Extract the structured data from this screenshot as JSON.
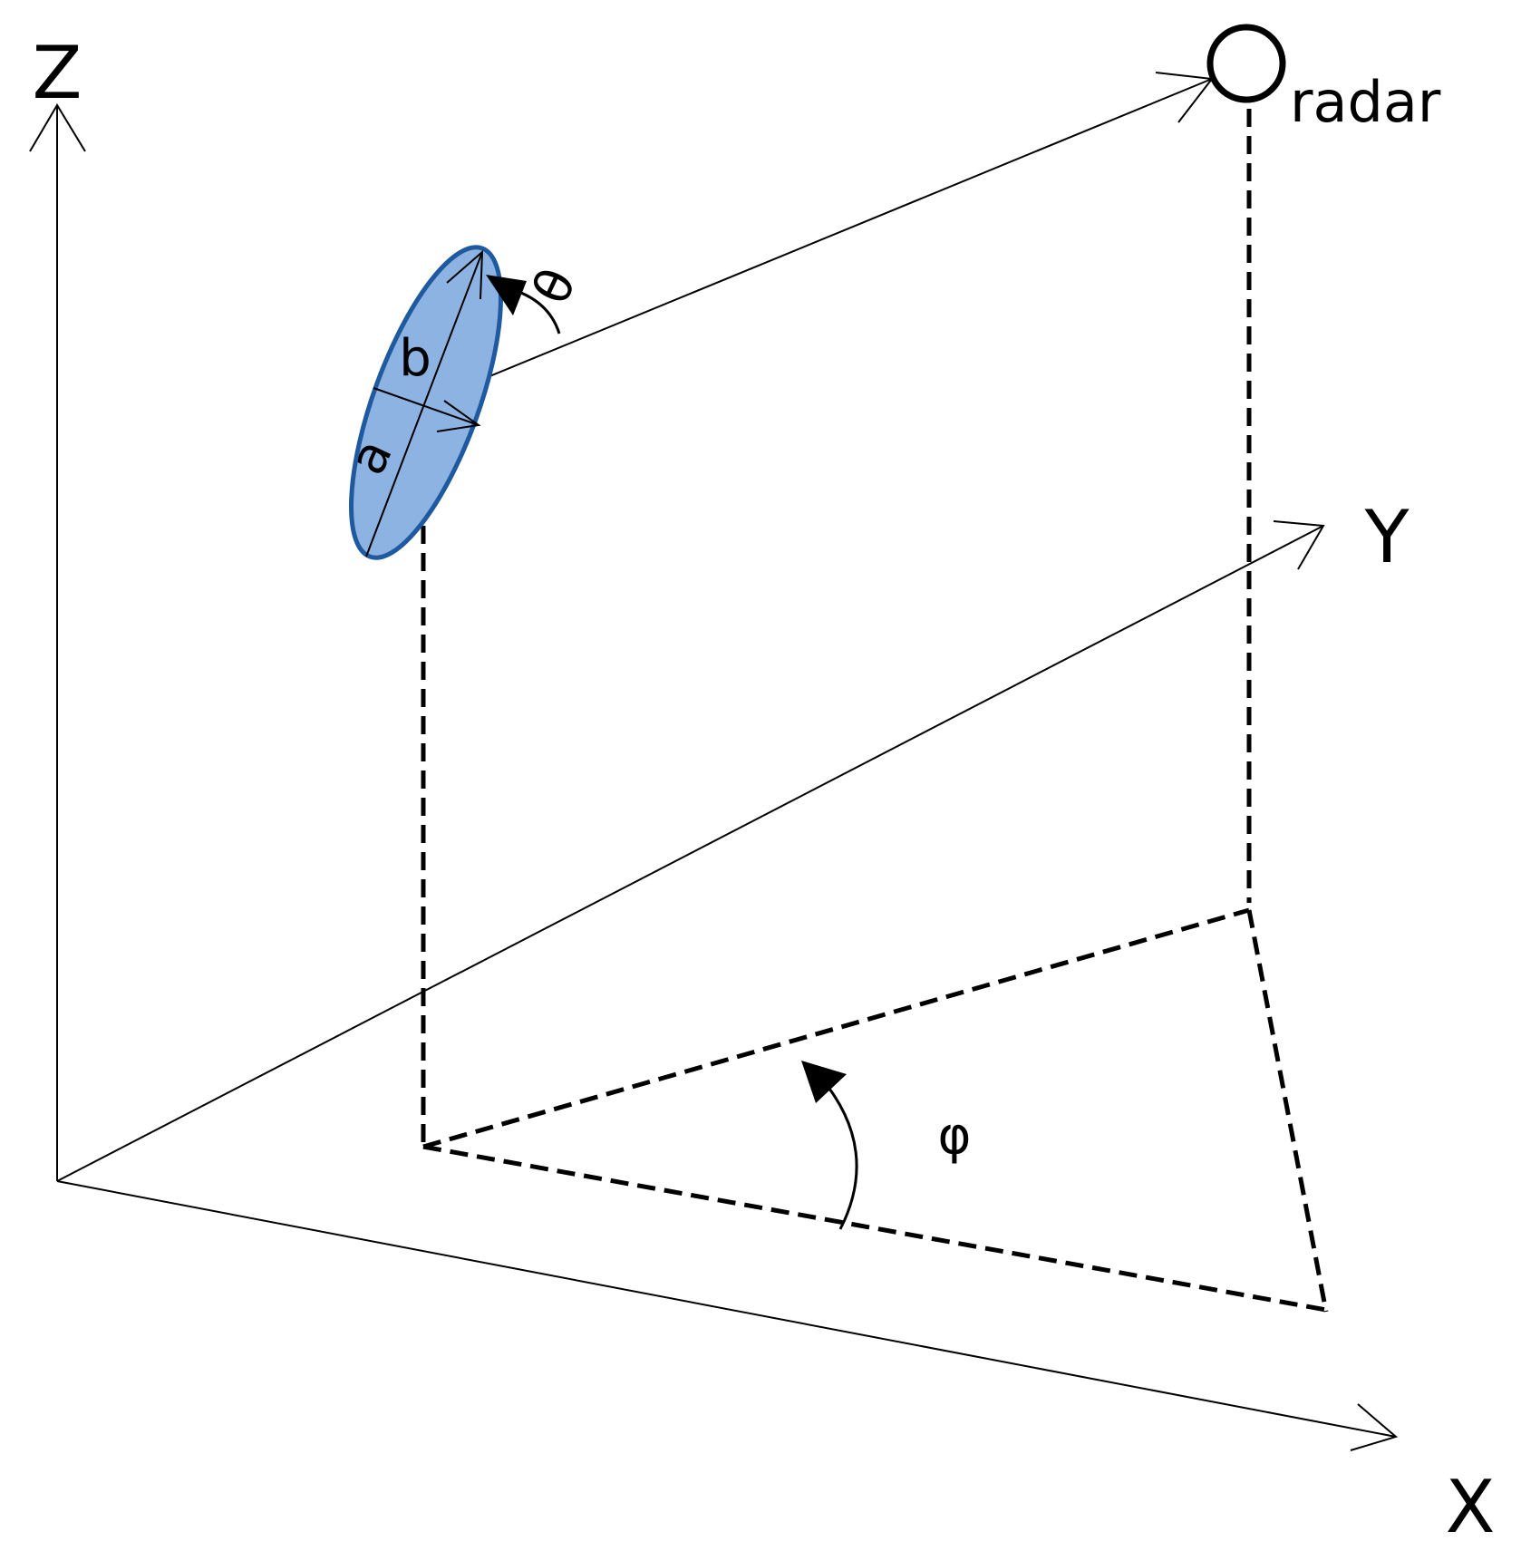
{
  "labels": {
    "z_axis": "Z",
    "y_axis": "Y",
    "x_axis": "X",
    "radar": "radar",
    "semi_axis_a": "a",
    "semi_axis_b": "b",
    "tilt_angle": "θ",
    "azimuth_angle": "φ"
  },
  "colors": {
    "line": "#000000",
    "scatterer_fill": "#8db3e2",
    "scatterer_stroke": "#1f5aa0"
  }
}
